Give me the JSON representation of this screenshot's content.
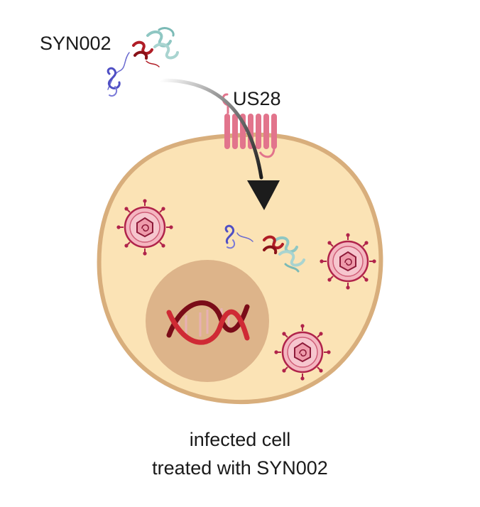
{
  "labels": {
    "drug": "SYN002",
    "receptor": "US28"
  },
  "caption": {
    "line1": "infected cell",
    "line2": "treated with SYN002"
  },
  "icons": [
    "protein-icon",
    "receptor-icon",
    "arrow-icon",
    "cell-icon",
    "nucleus-icon",
    "dna-icon",
    "virus-icon"
  ],
  "colors": {
    "cytoplasm": "#fbe3b5",
    "membrane": "#d8ae7c",
    "nucleus": "#ddb48a",
    "receptor": "#e2748c",
    "virus_fill": "#f4b6c0",
    "virus_outline": "#b0234a",
    "arrow": "#1c1c1c",
    "dna": "#a5202b"
  }
}
